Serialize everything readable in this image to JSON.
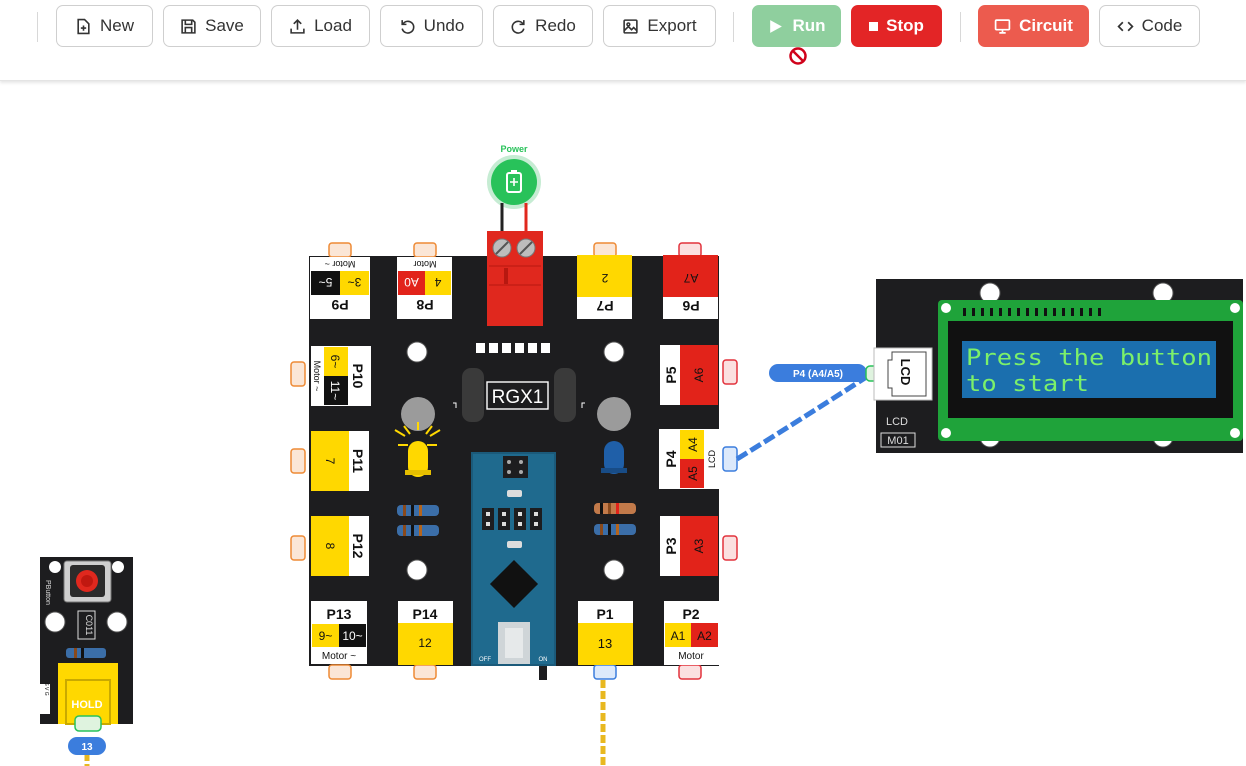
{
  "toolbar": {
    "new_label": "New",
    "save_label": "Save",
    "load_label": "Load",
    "undo_label": "Undo",
    "redo_label": "Redo",
    "export_label": "Export",
    "run_label": "Run",
    "stop_label": "Stop",
    "circuit_label": "Circuit",
    "code_label": "Code",
    "colors": {
      "run": "#8fcf9e",
      "stop": "#e32526",
      "circuit": "#ec5b4e"
    }
  },
  "power": {
    "label": "Power",
    "color": "#28c25a"
  },
  "board": {
    "name": "RGX1",
    "ports": {
      "p9": {
        "name": "P9",
        "pins": [
          "5~",
          "3~"
        ],
        "note": "Motor ~"
      },
      "p8": {
        "name": "P8",
        "pins": [
          "A0",
          "4"
        ],
        "note": "Motor"
      },
      "p7": {
        "name": "P7",
        "pins": [
          "2"
        ]
      },
      "p6": {
        "name": "P6",
        "pins": [
          "A7"
        ]
      },
      "p10": {
        "name": "P10",
        "pins": [
          "6~",
          "11~"
        ],
        "note": "Motor ~"
      },
      "p11": {
        "name": "P11",
        "pins": [
          "7"
        ]
      },
      "p12": {
        "name": "P12",
        "pins": [
          "8"
        ]
      },
      "p5": {
        "name": "P5",
        "pins": [
          "A6"
        ]
      },
      "p4": {
        "name": "P4",
        "pins": [
          "A5",
          "A4"
        ],
        "note": "LCD"
      },
      "p3": {
        "name": "P3",
        "pins": [
          "A3"
        ]
      },
      "p13": {
        "name": "P13",
        "pins": [
          "9~",
          "10~"
        ],
        "note": "Motor ~"
      },
      "p14": {
        "name": "P14",
        "pins": [
          "12"
        ]
      },
      "p1": {
        "name": "P1",
        "pins": [
          "13"
        ]
      },
      "p2": {
        "name": "P2",
        "pins": [
          "A1",
          "A2"
        ],
        "note": "Motor"
      }
    },
    "switch_off": "OFF",
    "switch_on": "ON"
  },
  "lcd_module": {
    "connector_label": "LCD",
    "module_label": "LCD",
    "module_code": "M01",
    "line1": "Press the button",
    "line2": "to start",
    "wire_tag": "P4 (A4/A5)"
  },
  "button_module": {
    "name": "PButton",
    "code": "C011",
    "hold_label": "HOLD",
    "pin_tag": "13",
    "side_label": "S V G"
  }
}
